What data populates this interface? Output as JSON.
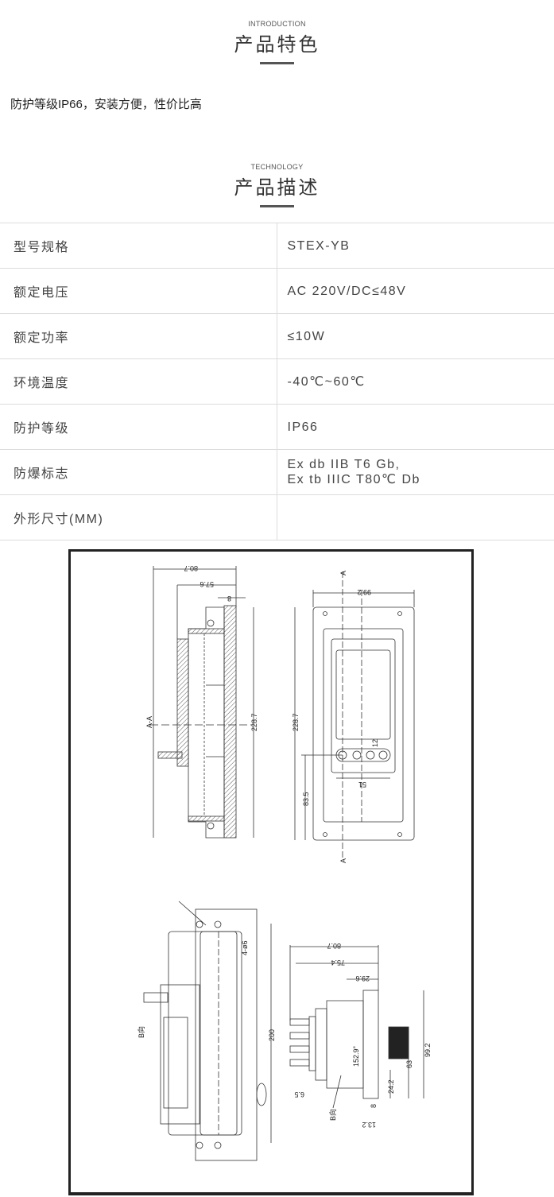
{
  "intro_section": {
    "subtitle": "INTRODUCTION",
    "title": "产品特色",
    "text": "防护等级IP66，安装方便，性价比高"
  },
  "tech_section": {
    "subtitle": "TECHNOLOGY",
    "title": "产品描述"
  },
  "specs": [
    {
      "label": "型号规格",
      "value": "STEX-YB"
    },
    {
      "label": "额定电压",
      "value": "AC 220V/DC≤48V"
    },
    {
      "label": "额定功率",
      "value": "≤10W"
    },
    {
      "label": "环境温度",
      "value": "-40℃~60℃"
    },
    {
      "label": "防护等级",
      "value": "IP66"
    },
    {
      "label": "防爆标志",
      "value": "Ex db IIB T6 Gb,",
      "value2": "Ex tb IIIC T80℃ Db"
    },
    {
      "label": "外形尺寸(MM)",
      "value": ""
    }
  ],
  "drawing": {
    "dims": {
      "sec_width": "80.7",
      "sec_depth": "57.6",
      "sec_flange": "8",
      "sec_label": "A-A",
      "sec_height": "228.7",
      "front_width": "99.2",
      "front_height": "228.7",
      "front_cut": "A",
      "front_cut2": "A",
      "btn_gap": "12",
      "btn_span": "51",
      "btn_height": "83.5",
      "holes": "4-ø6",
      "side_height": "200",
      "view_b": "B向",
      "top_width": "80.7",
      "top_depth": "75.4",
      "top_front": "29.6",
      "angle": "152.9°",
      "top_height": "99.2",
      "top_mid": "63",
      "top_low": "24.2",
      "top_pin": "6.5",
      "top_flange": "8",
      "top_flange2": "13.2",
      "view_b2": "B向"
    }
  }
}
